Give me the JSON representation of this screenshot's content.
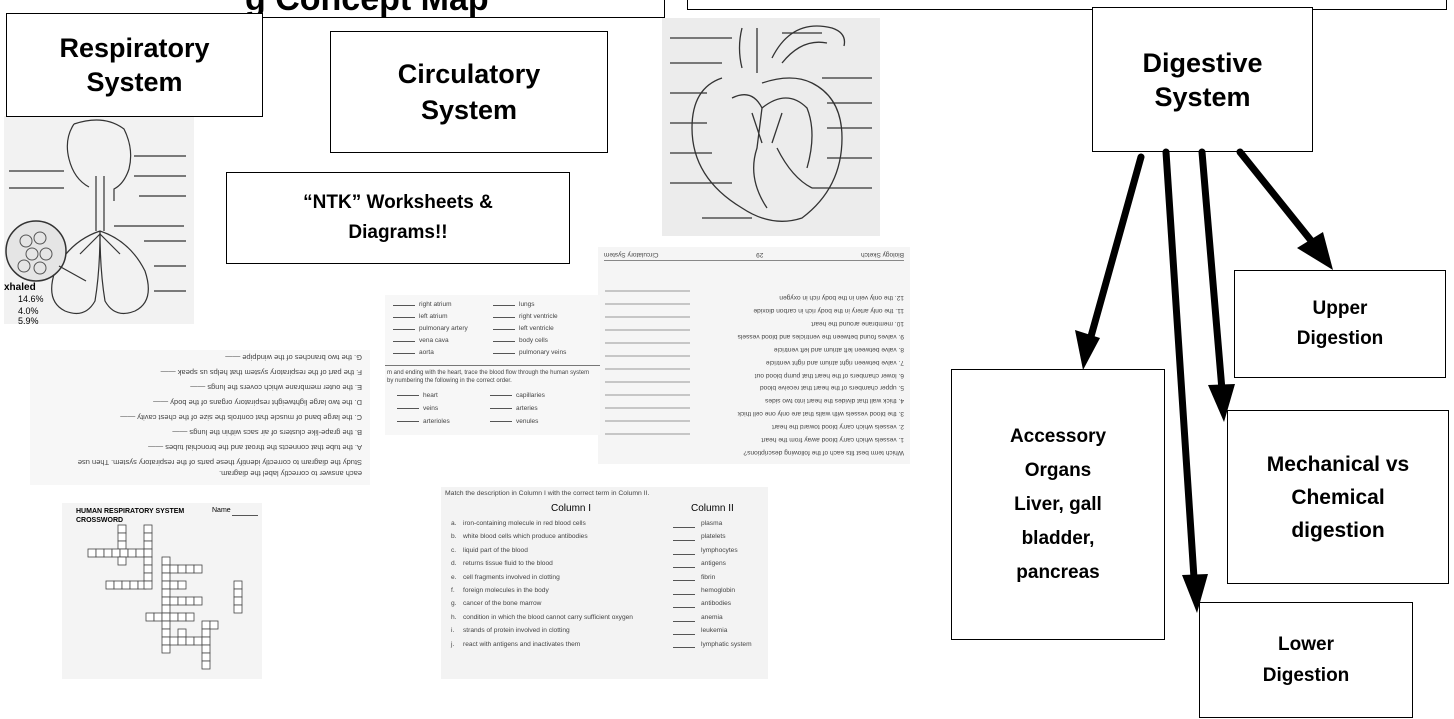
{
  "title_partial": "g Concept Map",
  "boxes": {
    "respiratory": [
      "Respiratory",
      "System"
    ],
    "circulatory": [
      "Circulatory",
      "System"
    ],
    "ntk": [
      "“NTK” Worksheets &",
      "Diagrams!!"
    ],
    "digestive": [
      "Digestive",
      "System"
    ],
    "upper": [
      "Upper",
      "Digestion"
    ],
    "mechanical": [
      "Mechanical vs",
      "Chemical",
      "digestion"
    ],
    "lower": [
      "Lower",
      "Digestion"
    ],
    "accessory": [
      "Accessory",
      "Organs",
      "Liver, gall",
      "bladder,",
      "pancreas"
    ]
  },
  "resp_diagram": {
    "exhaled_label": "xhaled",
    "values": [
      "14.6%",
      "4.0%",
      "5.9%"
    ]
  },
  "resp_questions": {
    "lines": [
      "G. the two branches of the windpipe ——",
      "F. the part of the respiratory system that helps us speak ——",
      "E. the outer membrane which covers the lungs ——",
      "D. the two large lightweight respiratory organs of the body ——",
      "C. the large band of muscle that controls the size of the chest cavity ——",
      "B. the grape-like clusters of air sacs within the lungs ——",
      "A. the tube that connects the throat and the bronchial tubes ——"
    ],
    "instructions": [
      "each answer to correctly label the diagram.",
      "Study the diagram to correctly identify these parts of the respiratory system. Then use"
    ]
  },
  "crossword": {
    "title": "HUMAN RESPIRATORY SYSTEM\nCROSSWORD",
    "name_label": "Name"
  },
  "match_small": {
    "left": [
      "right atrium",
      "left atrium",
      "pulmonary artery",
      "vena cava",
      "aorta"
    ],
    "right": [
      "lungs",
      "right ventricle",
      "left ventricle",
      "body cells",
      "pulmonary veins"
    ],
    "instruction": "m and ending with the heart, trace the blood flow through the human system by numbering the following in the correct order.",
    "order_left": [
      "heart",
      "veins",
      "arterioles"
    ],
    "order_right": [
      "capillaries",
      "arteries",
      "venules"
    ]
  },
  "heart_questions": {
    "header_left": "Biology Sketch",
    "page_num": "29",
    "header_right": "Circulatory System",
    "lines": [
      "12. the only vein in the body rich in oxygen",
      "11. the only artery in the body rich in carbon dioxide",
      "10. membrane around the heart",
      "9. valves found between the ventricles and blood vessels",
      "8. valve between left atrium and left ventricle",
      "7. valve between right atrium and right ventricle",
      "6. lower chambers of the heart that pump blood out",
      "5. upper chambers of the heart that receive blood",
      "4. thick wall that divides the heart into two sides",
      "3. the blood vessels with walls that are only one cell thick",
      "2. vessels which carry blood toward the heart",
      "1. vessels which carry blood away from the heart",
      "Which term best fits each of the following descriptions?"
    ]
  },
  "blood_match": {
    "instruction": "Match the description in Column I with the correct term in Column II.",
    "col1_header": "Column I",
    "col2_header": "Column II",
    "rows": [
      {
        "letter": "a.",
        "desc": "iron-containing molecule in red blood cells",
        "term": "plasma"
      },
      {
        "letter": "b.",
        "desc": "white blood cells which produce antibodies",
        "term": "platelets"
      },
      {
        "letter": "c.",
        "desc": "liquid part of the blood",
        "term": "lymphocytes"
      },
      {
        "letter": "d.",
        "desc": "returns tissue fluid to the blood",
        "term": "antigens"
      },
      {
        "letter": "e.",
        "desc": "cell fragments involved in clotting",
        "term": "fibrin"
      },
      {
        "letter": "f.",
        "desc": "foreign molecules in the body",
        "term": "hemoglobin"
      },
      {
        "letter": "g.",
        "desc": "cancer of the bone marrow",
        "term": "antibodies"
      },
      {
        "letter": "h.",
        "desc": "condition in which the blood cannot carry sufficient oxygen",
        "term": "anemia"
      },
      {
        "letter": "i.",
        "desc": "strands of protein involved in clotting",
        "term": "leukemia"
      },
      {
        "letter": "j.",
        "desc": "react with antigens and inactivates them",
        "term": "lymphatic system"
      }
    ]
  }
}
